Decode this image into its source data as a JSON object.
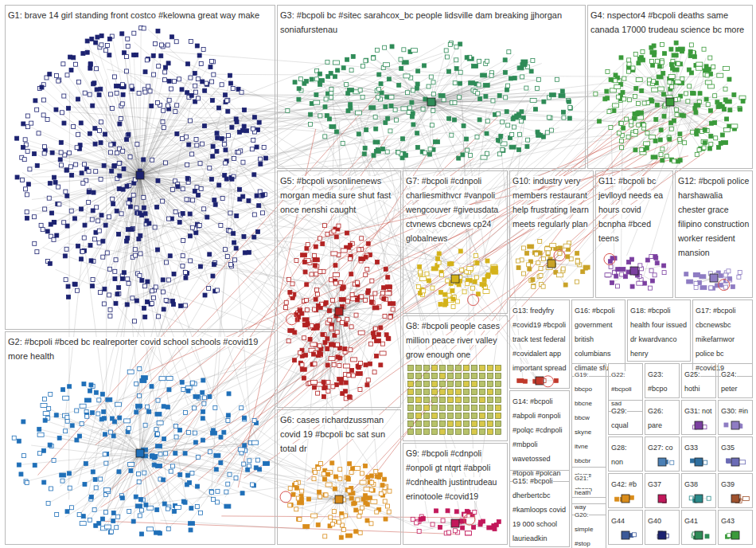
{
  "diagram": {
    "nodes": [
      {
        "text": [
          "G1: brave 14 girl standing front costco #kelowna great way make"
        ]
      },
      {
        "text": [
          "G3: #bcpoli bc #sitec sarahcox_bc people lidsville dam breaking jjhorgan soniafurstenau"
        ]
      },
      {
        "text": [
          "G4: nspector4 #bcpoli deaths same canada 17000 trudeau science bc more"
        ]
      },
      {
        "text": [
          "G5: #bcpoli wsonlinenews morgan media sure shut fast once nenshi caught"
        ]
      },
      {
        "text": [
          "G7: #bcpoli #cdnpoli charliesmithvcr #vanpoli wengcouver #giveusdata ctvnews cbcnews cp24 globalnews"
        ]
      },
      {
        "text": [
          "G10: industry very members restaurant help frustrating learn meets regularly plan"
        ]
      },
      {
        "text": [
          "G11: #bcpoli bc jevlloyd needs ea hours covid bcnpha #bced teens"
        ]
      },
      {
        "text": [
          "G12: #bcpoli police harshawalia chester grace filipino construction worker resident mansion"
        ]
      },
      {
        "text": [
          "G8: #bcpoli people cases million peace river valley grow enough one"
        ]
      },
      {
        "text": [
          "G13: fredyfry #covid19 #bcpoli track test federal #covidalert app important spread"
        ]
      },
      {
        "text": [
          "G16: #bcpoli government british columbians climate sfu"
        ]
      },
      {
        "text": [
          "G18: #bcpoli health four issued dr kwardvanco henry"
        ]
      },
      {
        "text": [
          "G17: #bcpoli cbcnewsbc mikefarnwor police bc #covid19"
        ]
      },
      {
        "text": [
          "G2: #bcpoli #bced bc realreporter covid school schools #covid19 more health"
        ]
      },
      {
        "text": [
          "G6: cases richardzussman covid 19 #bcpoli bc sat sun total dr"
        ]
      },
      {
        "text": [
          "G9: #bcpoli #cdnpoli #onpoli gt ntqrt #abpoli #cdnhealth justintrudeau erinotoole #covid19"
        ]
      },
      {
        "text": [
          "G14: #bcpoli #abpoli #onpoli #polqc #cdnpoli #mbpoli wavetossed #topoli #polcan"
        ]
      },
      {
        "text": [
          "G15: #bcpoli dherbertcbc #kamloops covid 19 000 school laurieadkin"
        ]
      },
      {
        "text": [
          "G19: bbcpo bbcne bbcw skyne itvne bbcbr skyne chann"
        ]
      },
      {
        "text": [
          "G22: #bcpoli sad"
        ]
      },
      {
        "text": [
          "G23: #bcpo"
        ]
      },
      {
        "text": [
          "G25: hothi"
        ]
      },
      {
        "text": [
          "G24: peter"
        ]
      },
      {
        "text": [
          "G29: cqual"
        ]
      },
      {
        "text": [
          "G26: pare"
        ]
      },
      {
        "text": [
          "G31: not"
        ]
      },
      {
        "text": [
          "G30: #in"
        ]
      },
      {
        "text": [
          "G21: heath way"
        ]
      },
      {
        "text": [
          "G28: non"
        ]
      },
      {
        "text": [
          "G27: co"
        ]
      },
      {
        "text": [
          "G33"
        ]
      },
      {
        "text": [
          "G35"
        ]
      },
      {
        "text": [
          "G20: simple #stop"
        ]
      },
      {
        "text": [
          "G42: #b"
        ]
      },
      {
        "text": [
          "G37"
        ]
      },
      {
        "text": [
          "G38"
        ]
      },
      {
        "text": [
          "G39"
        ]
      },
      {
        "text": [
          "G44"
        ]
      },
      {
        "text": [
          "G40"
        ]
      },
      {
        "text": [
          "G41"
        ]
      },
      {
        "text": [
          "G43"
        ]
      }
    ]
  }
}
